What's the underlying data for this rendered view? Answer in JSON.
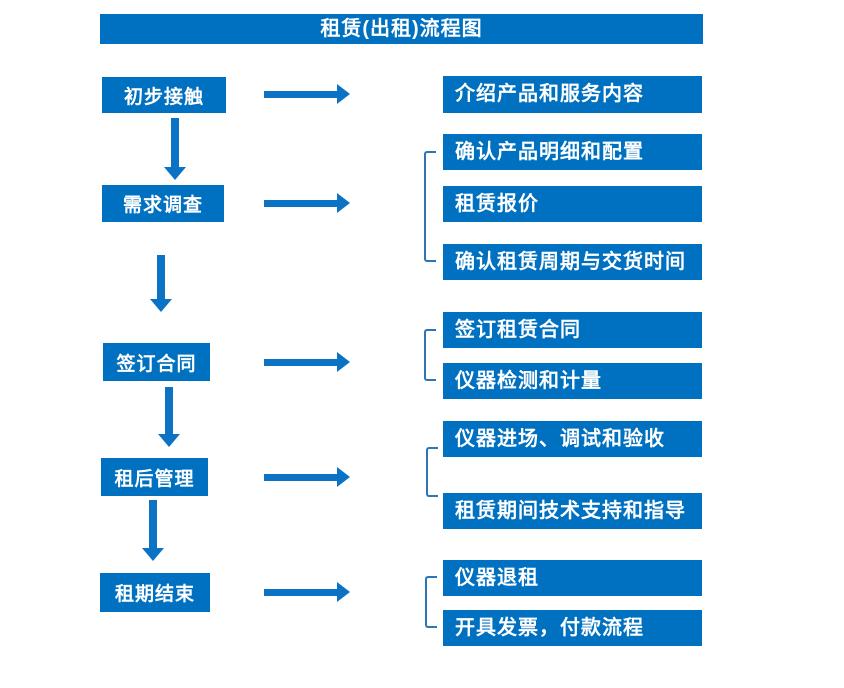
{
  "title": "租赁(出租)流程图",
  "colors": {
    "box_blue": "#0070c0",
    "arrow_blue": "#0b72c4",
    "bracket_blue": "#2e75b6",
    "text_white": "#ffffff",
    "background": "#ffffff"
  },
  "steps": [
    {
      "label": "初步接触",
      "outputs": [
        "介绍产品和服务内容"
      ]
    },
    {
      "label": "需求调查",
      "outputs": [
        "确认产品明细和配置",
        "租赁报价",
        "确认租赁周期与交货时间"
      ]
    },
    {
      "label": "签订合同",
      "outputs": [
        "签订租赁合同",
        "仪器检测和计量"
      ]
    },
    {
      "label": "租后管理",
      "outputs": [
        "仪器进场、调试和验收",
        "租赁期间技术支持和指导"
      ]
    },
    {
      "label": "租期结束",
      "outputs": [
        "仪器退租",
        "开具发票，付款流程"
      ]
    }
  ]
}
